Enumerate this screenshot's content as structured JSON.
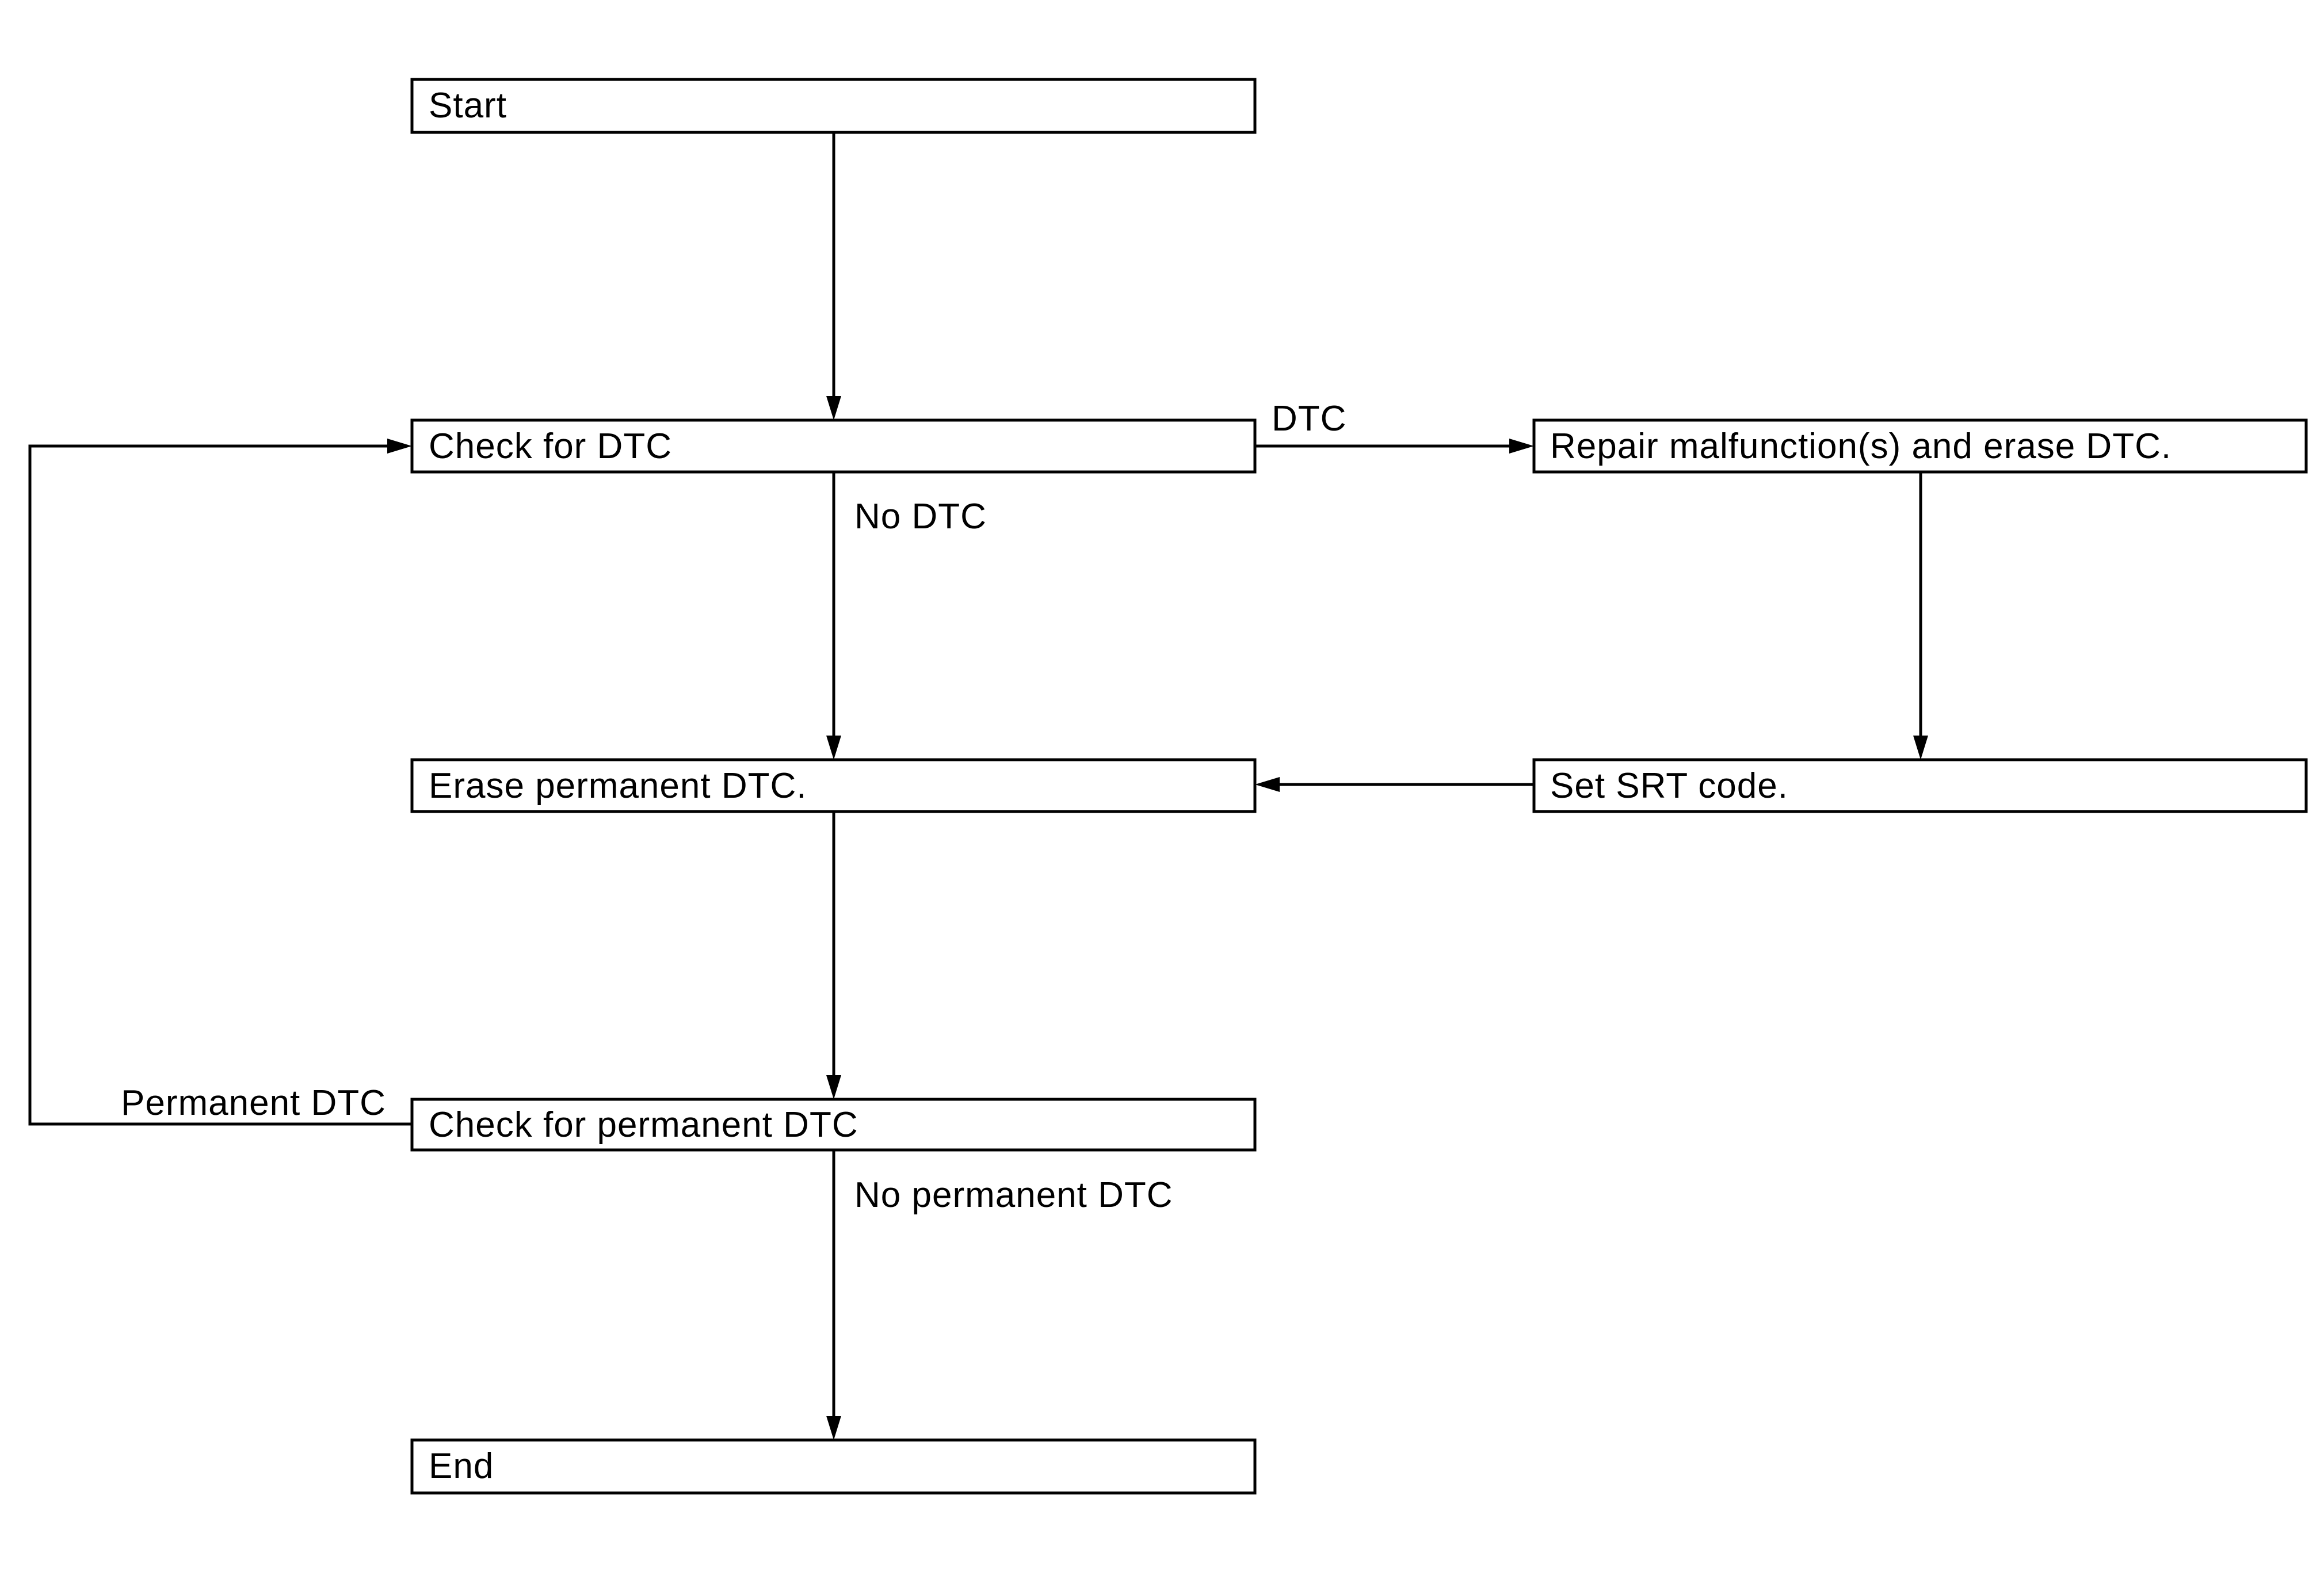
{
  "diagram": {
    "type": "flowchart",
    "nodes": {
      "start": "Start",
      "check_dtc": "Check for DTC",
      "repair": "Repair malfunction(s) and erase DTC.",
      "erase_permanent": "Erase permanent DTC.",
      "set_srt": "Set SRT code.",
      "check_permanent": "Check for permanent DTC",
      "end": "End"
    },
    "edge_labels": {
      "dtc": "DTC",
      "no_dtc": "No DTC",
      "permanent_dtc": "Permanent DTC",
      "no_permanent_dtc": "No permanent DTC"
    },
    "edges": [
      {
        "from": "start",
        "to": "check_dtc"
      },
      {
        "from": "check_dtc",
        "to": "repair",
        "label": "DTC"
      },
      {
        "from": "check_dtc",
        "to": "erase_permanent",
        "label": "No DTC"
      },
      {
        "from": "repair",
        "to": "set_srt"
      },
      {
        "from": "set_srt",
        "to": "erase_permanent"
      },
      {
        "from": "erase_permanent",
        "to": "check_permanent"
      },
      {
        "from": "check_permanent",
        "to": "check_dtc",
        "label": "Permanent DTC"
      },
      {
        "from": "check_permanent",
        "to": "end",
        "label": "No permanent DTC"
      }
    ]
  }
}
